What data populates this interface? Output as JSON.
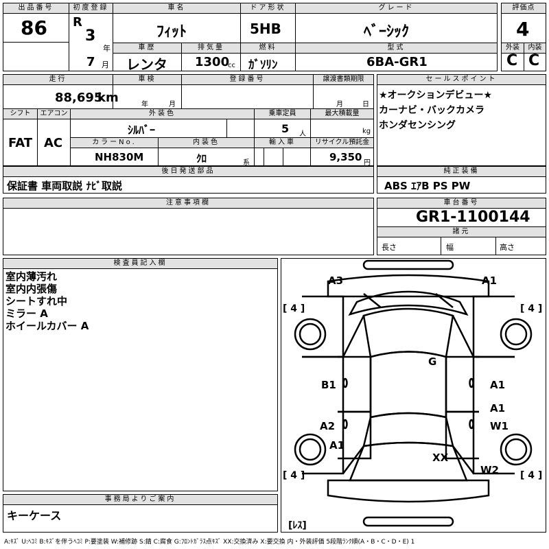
{
  "header": {
    "lot_no_label": "出品番号",
    "lot_no": "86",
    "first_reg_label": "初度登録",
    "era": "R",
    "reg_year": "3",
    "year_unit": "年",
    "reg_month": "7",
    "month_unit": "月",
    "car_name_label": "車名",
    "car_name": "ﾌｨｯﾄ",
    "history_label": "車歴",
    "history": "レンタ",
    "displacement_label": "排気量",
    "displacement": "1300",
    "cc": "cc",
    "door_label": "ドア形状",
    "door": "5HB",
    "fuel_label": "燃料",
    "fuel": "ｶﾞｿﾘﾝ",
    "grade_label": "グレード",
    "grade": "ﾍﾞｰｼｯｸ",
    "model_label": "型式",
    "model": "6BA-GR1",
    "score_label": "評価点",
    "score": "4",
    "exterior_label": "外装",
    "exterior": "C",
    "interior_label": "内装",
    "interior": "C"
  },
  "row2": {
    "mileage_label": "走行",
    "mileage": "88,695",
    "km": "km",
    "inspection_label": "車検",
    "year_unit": "年",
    "month_unit": "月",
    "reg_no_label": "登録番号",
    "transfer_label": "譲渡書類期限",
    "month_unit2": "月",
    "day_unit": "日",
    "shift_label": "シフト",
    "shift": "FAT",
    "ac_label": "エアコン",
    "ac": "AC",
    "ext_color_label": "外装色",
    "ext_color": "ｼﾙﾊﾞｰ",
    "capacity_label": "乗車定員",
    "capacity": "5",
    "person_unit": "人",
    "max_load_label": "最大積載量",
    "kg": "kg",
    "color_no_label": "カラーNo.",
    "color_no": "NH830M",
    "int_color_label": "内装色",
    "int_color": "ｸﾛ",
    "series": "系",
    "import_label": "輸入車",
    "recycle_label": "リサイクル預託金",
    "recycle": "9,350",
    "yen": "円"
  },
  "sales_points": {
    "label": "セールスポイント",
    "lines": [
      "★オークションデビュー★",
      "カーナビ・バックカメラ",
      "ホンダセンシング"
    ]
  },
  "later_parts": {
    "label": "後日発送部品",
    "value": "保証書 車両取説 ﾅﾋﾞ取説"
  },
  "equipment": {
    "label": "純正装備",
    "value": "ABS ｴｱB PS PW"
  },
  "caution": {
    "label": "注意事項欄"
  },
  "chassis": {
    "label": "車台番号",
    "value": "GR1-1100144"
  },
  "specs": {
    "label": "諸元",
    "length": "長さ",
    "width": "幅",
    "height": "高さ"
  },
  "inspector": {
    "label": "検査員記入欄",
    "lines": [
      "室内薄汚れ",
      "室内内張傷",
      "シートすれ中",
      "ミラー A",
      "ホイールカバー A"
    ]
  },
  "office": {
    "label": "事務局よりご案内",
    "value": "キーケース"
  },
  "diagram": {
    "marks": [
      "A3",
      "A1",
      "G",
      "B1",
      "A1",
      "A1",
      "A2",
      "W1",
      "A1",
      "XX",
      "W2"
    ],
    "tire_marks": [
      "[ 4 ]",
      "[ 4 ]",
      "[ 4 ]",
      "[ 4 ]"
    ],
    "spare": "[ﾚｽ]"
  },
  "legend": "A:ｷｽﾞ U:ﾍｺﾐ B:ｷｽﾞを伴うﾍｺﾐ P:要塗装 W:補修跡 S:錆 C:腐食 G:ﾌﾛﾝﾄｶﾞﾗｽ点ｷｽﾞ XX:交換済み X:要交換 内・外装評価 5段階ﾗﾝｸ順(A・B・C・D・E) 1"
}
